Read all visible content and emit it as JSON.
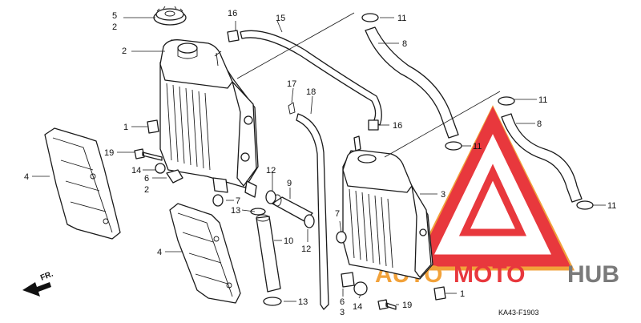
{
  "diagram_code": "KA43-F1903",
  "front_label": "FR.",
  "watermark": {
    "text_auto": "AUTO",
    "text_moto": "MOTO",
    "text_hub": "HUB",
    "color_red": "#e8383d",
    "color_orange": "#f2a23a",
    "color_gray": "#7a7a7a"
  },
  "callouts": {
    "c1a": "1",
    "c1b": "1",
    "c2a": "2",
    "c2b": "2",
    "c2c": "2",
    "c3a": "3",
    "c3b": "3",
    "c4a": "4",
    "c4b": "4",
    "c5": "5",
    "c6a": "6",
    "c6b": "6",
    "c7a": "7",
    "c7b": "7",
    "c8a": "8",
    "c8b": "8",
    "c9": "9",
    "c10": "10",
    "c11a": "11",
    "c11b": "11",
    "c11c": "11",
    "c11d": "11",
    "c12a": "12",
    "c12b": "12",
    "c13a": "13",
    "c13b": "13",
    "c14a": "14",
    "c14b": "14",
    "c15": "15",
    "c16a": "16",
    "c16b": "16",
    "c17": "17",
    "c18": "18",
    "c19a": "19",
    "c19b": "19"
  }
}
